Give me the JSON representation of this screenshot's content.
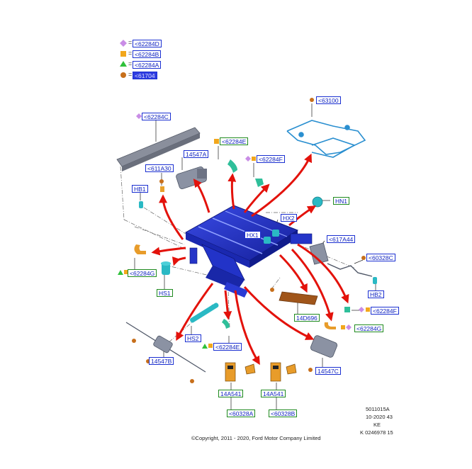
{
  "legend": [
    {
      "marker": "diamond",
      "color": "#c98de6",
      "sep": "=",
      "label": "<62284D"
    },
    {
      "marker": "square",
      "color": "#f2a71c",
      "sep": "=",
      "label": "<62284B"
    },
    {
      "marker": "triangle",
      "color": "#2fc13a",
      "sep": "=",
      "label": "<62284A"
    },
    {
      "marker": "circle",
      "color": "#c76f1b",
      "sep": "=",
      "label": "<61704",
      "selected": true
    }
  ],
  "callouts": {
    "c62284C": "<62284C",
    "c63100": "<63100",
    "c14547A": "14547A",
    "c62284E_top": "<62284E",
    "c611A30": "<611A30",
    "c62284F_top": "<62284F",
    "cHB1": "HB1",
    "cHN1": "HN1",
    "cHX2": "HX2",
    "cHX1": "HX1",
    "c617A44": "<617A44",
    "c60328C": "<60328C",
    "c62284G_left": "<62284G",
    "cHS1": "HS1",
    "cHB2": "HB2",
    "c14D696": "14D696",
    "c62284F_right": "<62284F",
    "c62284G_right": "<62284G",
    "cHS2": "HS2",
    "c62284E_bottom": "<62284E",
    "c14547B": "14547B",
    "c14547C": "14547C",
    "c14A541_a": "14A541",
    "c60328A": "<60328A",
    "c14A541_b": "14A541",
    "c60328B": "<60328B"
  },
  "footer": {
    "line1": "5011015A",
    "line2": "10-2020 43",
    "line3": "KE",
    "line4": "K 0246978 15",
    "copyright": "©Copyright, 2011 - 2020, Ford Motor Company Limited"
  },
  "colors": {
    "frame_blue": "#1f2fc9",
    "arrow_red": "#e3120b",
    "part_teal": "#2ab9c4",
    "part_orange": "#e89c2a",
    "part_gray": "#7d8494",
    "callout_blue": "#1a2fd1",
    "callout_green": "#1f8a1f"
  }
}
